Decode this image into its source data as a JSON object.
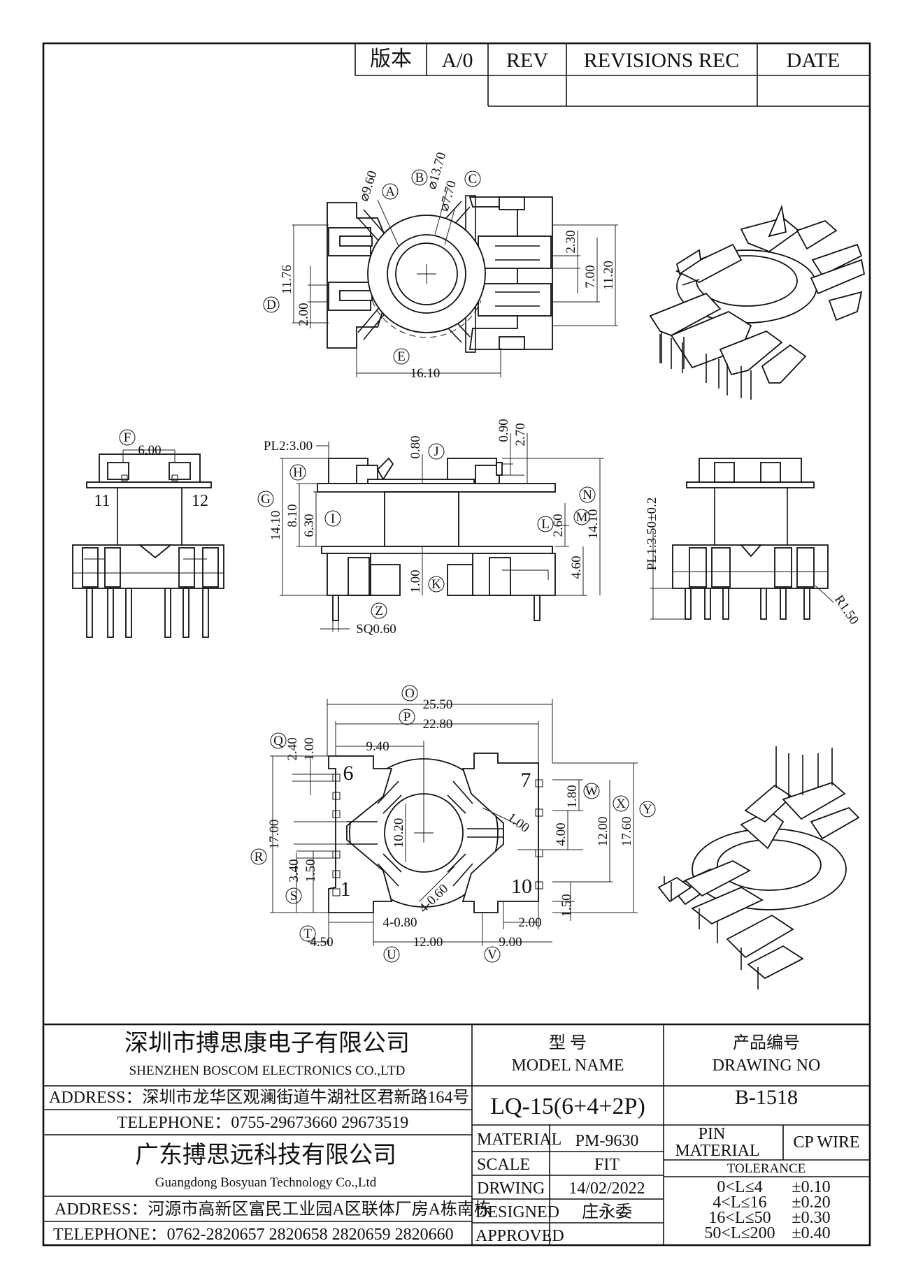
{
  "revision_block": {
    "version_label": "版本",
    "version_value": "A/0",
    "rev_header": "REV",
    "revisions_header": "REVISIONS REC",
    "date_header": "DATE"
  },
  "callouts": [
    "A",
    "B",
    "C",
    "D",
    "E",
    "F",
    "G",
    "H",
    "I",
    "J",
    "K",
    "L",
    "M",
    "N",
    "O",
    "P",
    "Q",
    "R",
    "S",
    "T",
    "U",
    "V",
    "W",
    "X",
    "Y",
    "Z"
  ],
  "top_view": {
    "dim_a": "⌀9.60",
    "dim_b": "⌀13.70",
    "dim_c": "⌀7.70",
    "dim_d_outer": "11.76",
    "dim_d_inner": "2.00",
    "dim_e": "16.10",
    "dim_right_1": "2.30",
    "dim_right_2": "7.00",
    "dim_right_3": "11.20"
  },
  "left_view": {
    "dim_f": "6.00",
    "pin_left": "11",
    "pin_right": "12"
  },
  "front_view": {
    "pl2": "PL2:3.00",
    "dim_j": "0.80",
    "dim_top_1": "0.90",
    "dim_top_2": "2.70",
    "dim_g": "14.10",
    "dim_h": "8.10",
    "dim_i": "6.30",
    "dim_l": "2.60",
    "dim_m": "4.60",
    "dim_n": "14.10",
    "dim_k": "1.00",
    "dim_z": "SQ0.60"
  },
  "right_view": {
    "pl1": "PL1:3.50±0.2",
    "radius": "R1.50"
  },
  "bottom_view": {
    "dim_o": "25.50",
    "dim_p": "22.80",
    "dim_q_1": "2.40",
    "dim_q_2": "1.00",
    "dim_940": "9.40",
    "dim_r": "17.00",
    "dim_center": "10.20",
    "dim_s_1": "3.40",
    "dim_s_2": "1.50",
    "dim_t": "4.50",
    "dim_480": "4-0.80",
    "dim_460": "4-0.60",
    "dim_u": "12.00",
    "dim_v": "9.00",
    "dim_200": "2.00",
    "dim_w": "1.80",
    "dim_slot": "1.00",
    "dim_400": "4.00",
    "dim_x": "12.00",
    "dim_y": "17.60",
    "dim_150": "1.50",
    "pin_6": "6",
    "pin_7": "7",
    "pin_1": "1",
    "pin_10": "10"
  },
  "title_block": {
    "company_cn": "深圳市搏思康电子有限公司",
    "company_en": "SHENZHEN BOSCOM ELECTRONICS CO.,LTD",
    "address_1": "ADDRESS：深圳市龙华区观澜街道牛湖社区君新路164号",
    "telephone_1": "TELEPHONE：0755-29673660 29673519",
    "company2_cn": "广东搏思远科技有限公司",
    "company2_en": "Guangdong Bosyuan Technology Co.,Ltd",
    "address_2": "ADDRESS：河源市高新区富民工业园A区联体厂房A栋南栋",
    "telephone_2": "TELEPHONE：0762-2820657 2820658 2820659 2820660",
    "model_cn": "型 号",
    "model_en": "MODEL NAME",
    "model_value": "LQ-15(6+4+2P)",
    "drawing_cn": "产品编号",
    "drawing_en": "DRAWING NO",
    "drawing_value": "B-1518",
    "material_label": "MATERIAL",
    "material_value": "PM-9630",
    "scale_label": "SCALE",
    "scale_value": "FIT",
    "drwing_label": "DRWING",
    "drwing_value": "14/02/2022",
    "designed_label": "DESIGNED",
    "designed_value": "庄永委",
    "approved_label": "APPROVED",
    "approved_value": "",
    "pin_label_1": "PIN",
    "pin_label_2": "MATERIAL",
    "pin_value": "CP WIRE",
    "tolerance_label": "TOLERANCE",
    "tolerances": [
      {
        "range": "0<L≤4",
        "value": "±0.10"
      },
      {
        "range": "4<L≤16",
        "value": "±0.20"
      },
      {
        "range": "16<L≤50",
        "value": "±0.30"
      },
      {
        "range": "50<L≤200",
        "value": "±0.40"
      }
    ]
  }
}
